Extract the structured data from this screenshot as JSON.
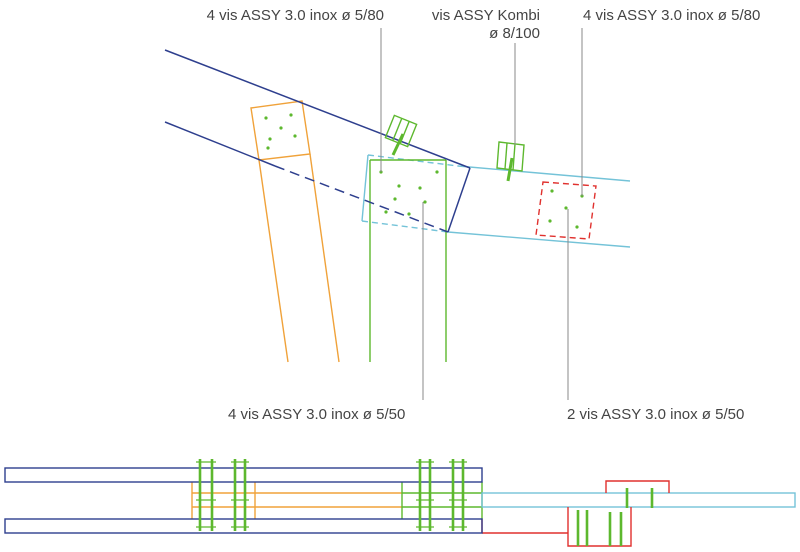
{
  "labels": {
    "top_left": "4 vis ASSY 3.0 inox ø 5/80",
    "top_center_line1": "vis ASSY Kombi",
    "top_center_line2": "ø 8/100",
    "top_right": "4 vis ASSY 3.0 inox ø 5/80",
    "bottom_left": "4 vis ASSY 3.0 inox ø 5/50",
    "bottom_right": "2 vis ASSY 3.0 inox ø 5/50"
  },
  "colors": {
    "navy": "#2e3f8e",
    "orange": "#f0a23a",
    "green": "#5db82e",
    "cyan": "#74c3d8",
    "red": "#e0312e",
    "leader": "#888888",
    "text": "#444444"
  }
}
